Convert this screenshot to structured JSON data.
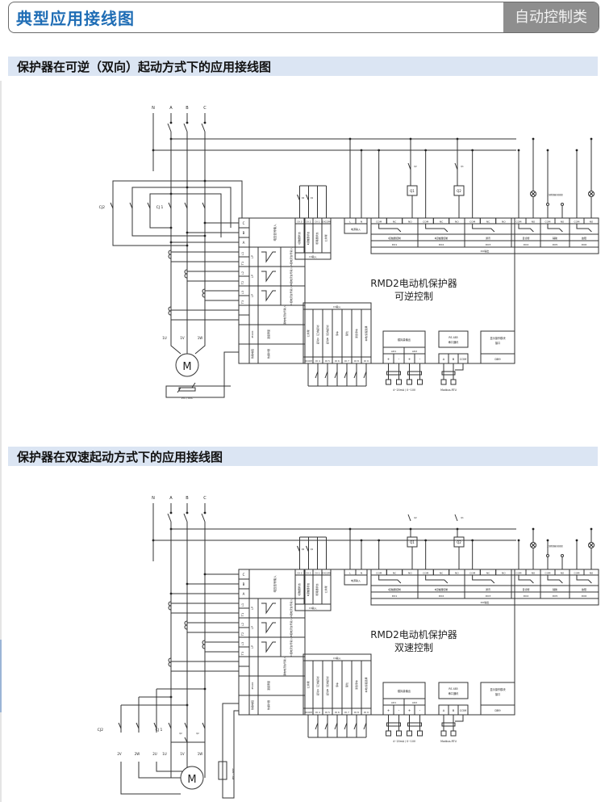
{
  "header": {
    "title": "典型应用接线图",
    "category": "自动控制类"
  },
  "accent_color": "#1f6db5",
  "sections": [
    {
      "title": "保护器在可逆（双向）起动方式下的应用接线图",
      "device_name": "RMD2电动机保护器",
      "mode": "可逆控制",
      "motor_terminals": [
        "1U",
        "1V",
        "1W"
      ],
      "contactors": [
        "CJ2",
        "CJ 1"
      ]
    },
    {
      "title": "保护器在双速起动方式下的应用接线图",
      "device_name": "RMD2电动机保护器",
      "mode": "双速控制",
      "motor_terminals": [
        "2V",
        "2W",
        "2U",
        "1U",
        "1V",
        "1W"
      ],
      "contactors": [
        "CJ2",
        "CJ 1"
      ]
    }
  ],
  "diagram": {
    "phases": [
      "N",
      "A",
      "B",
      "C"
    ],
    "motor": "M",
    "thermistor": "PTC / NTC",
    "voltage_inputs": [
      "C",
      "B",
      "A"
    ],
    "voltage_input_label": "电压信号输入",
    "ct_pairs": [
      [
        "L1",
        "T1"
      ],
      [
        "L2",
        "T2"
      ],
      [
        "L3",
        "T3"
      ]
    ],
    "ct_type": "LP",
    "ct_labels": [
      "A相电流信号输入",
      "B相电流信号输入",
      "C相电流信号输入"
    ],
    "leakage_label": "漏电电流信号输入",
    "temp_rows": [
      {
        "code": "Pt100",
        "label": "温度测量"
      },
      {
        "code": "热敏电阻",
        "label": "热保护器"
      }
    ],
    "di_top": {
      "terminals": [
        "DI 3",
        "DI 2",
        "DI 1",
        "DICOM"
      ],
      "labels": [
        "Ⅰ接触器状态",
        "Ⅱ接触器状态",
        "断路器状态",
        "公共端"
      ],
      "footer": "DI输入",
      "switch_labels": [
        "Q2",
        "Q1"
      ]
    },
    "power": {
      "terminals": [
        "L",
        "N"
      ],
      "label": "电源输入"
    },
    "do_block": {
      "relays": [
        {
          "terminals": [
            "COM",
            "NC",
            "NO"
          ],
          "label": "Ⅰ接触器控制",
          "code": "DO1"
        },
        {
          "terminals": [
            "COM",
            "NC",
            "NO"
          ],
          "label": "Ⅱ接触器控制",
          "code": "DO2"
        },
        {
          "terminals": [
            "COM",
            "NC",
            "NO"
          ],
          "label": "通讯",
          "code": "DO3"
        },
        {
          "terminals": [
            "COM",
            "NO"
          ],
          "label": "自诊断",
          "code": "DO4"
        },
        {
          "terminals": [
            "COM",
            "NO"
          ],
          "label": "辅助",
          "code": "DO5"
        },
        {
          "terminals": [
            "COM",
            "NO"
          ],
          "label": "故障",
          "code": "DO6"
        }
      ],
      "footer": "DO输出",
      "coils": [
        "Q1",
        "Q2"
      ],
      "coil_switches": [
        "Q2",
        "Q1"
      ],
      "aux_note": "上级断路器分励脱扣"
    },
    "di_bottom": {
      "header": "DI输入",
      "labels": [
        "公共端",
        "起动A（正向起动）",
        "起动B（反向起动）",
        "停车",
        "复位",
        "紧急停车",
        "本地/远程选择"
      ],
      "terminals": [
        "DICOM",
        "DI 4",
        "DI 5",
        "DI 6",
        "DI 7",
        "DI 8",
        "DI 9"
      ]
    },
    "analog": {
      "title": "模拟量输出",
      "channels": [
        "AO1",
        "AO2"
      ],
      "terminals": [
        "+",
        "-",
        "+",
        "-"
      ],
      "caption": "4~20mA / 0~10V"
    },
    "rs485": {
      "title": "RS 485",
      "subtitle": "串口通讯",
      "terminals": [
        "A",
        "B",
        "COM"
      ],
      "caption": "Modbus-RTU"
    },
    "display": {
      "title": "显示操作模块",
      "subtitle": "接口",
      "code": "DB9"
    }
  }
}
